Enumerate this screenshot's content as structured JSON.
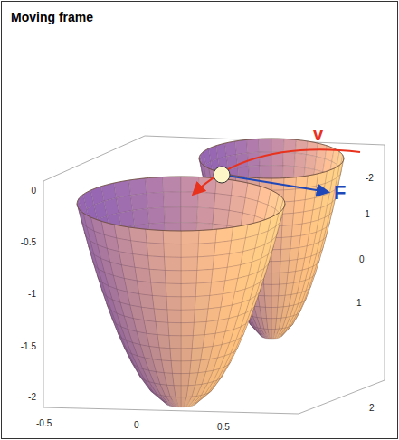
{
  "diagram": {
    "title": "Moving frame",
    "labels": [
      "v",
      "F",
      "0",
      "-0.5",
      "-1",
      "-1.5",
      "-2",
      "-0.5",
      "0",
      "0.5",
      "-2",
      "-1",
      "0",
      "1",
      "2"
    ]
  }
}
